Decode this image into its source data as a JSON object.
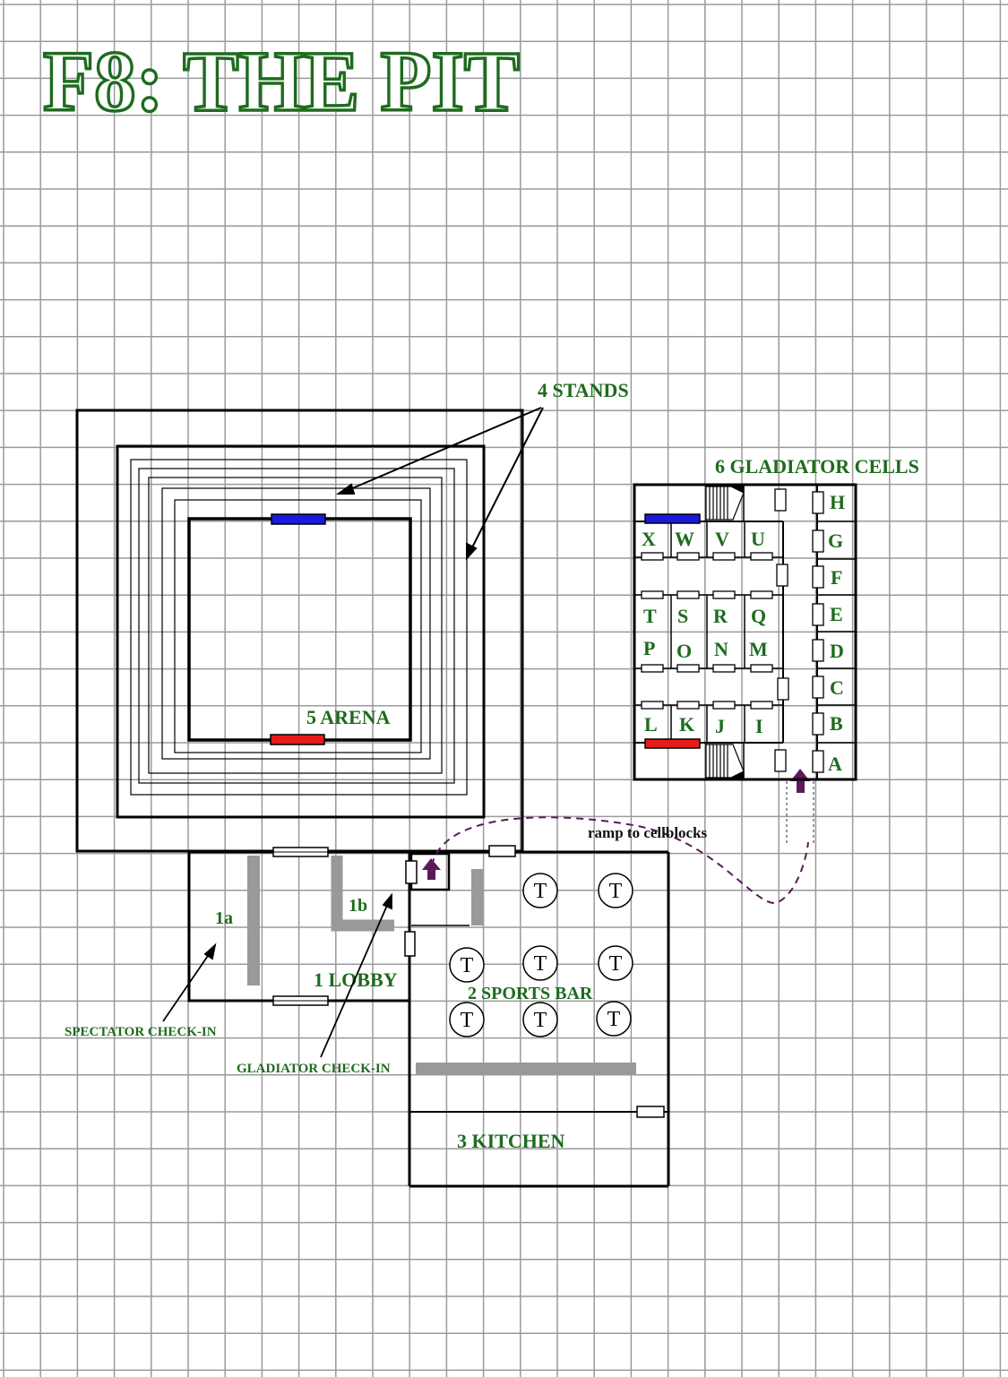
{
  "title": "F8: THE PIT",
  "colors": {
    "grid": "#9a9a9a",
    "wall": "#000000",
    "label": "#1e6b1e",
    "counter": "#999999",
    "blue_gate": "#1a1adf",
    "red_gate": "#e61c1c",
    "ramp": "#5a1a5a"
  },
  "labels": {
    "stands": "4  STANDS",
    "arena": "5 ARENA",
    "cells": "6  GLADIATOR CELLS",
    "lobby": "1 LOBBY",
    "sports_bar": "2 SPORTS BAR",
    "kitchen": "3  KITCHEN",
    "area_1a": "1a",
    "area_1b": "1b",
    "spectator_checkin": "SPECTATOR CHECK-IN",
    "gladiator_checkin": "GLADIATOR CHECK-IN",
    "ramp": "ramp to cellblocks"
  },
  "cells": {
    "corridor": [
      "H",
      "G",
      "F",
      "E",
      "D",
      "C",
      "B",
      "A"
    ],
    "row1": [
      "X",
      "W",
      "V",
      "U"
    ],
    "row2": [
      "T",
      "S",
      "R",
      "Q"
    ],
    "row3": [
      "P",
      "O",
      "N",
      "M"
    ],
    "row4": [
      "L",
      "K",
      "J",
      "I"
    ]
  },
  "table_marker": "T",
  "table_count": 8,
  "icons": [
    "up-arrow-icon",
    "up-arrow-icon"
  ]
}
